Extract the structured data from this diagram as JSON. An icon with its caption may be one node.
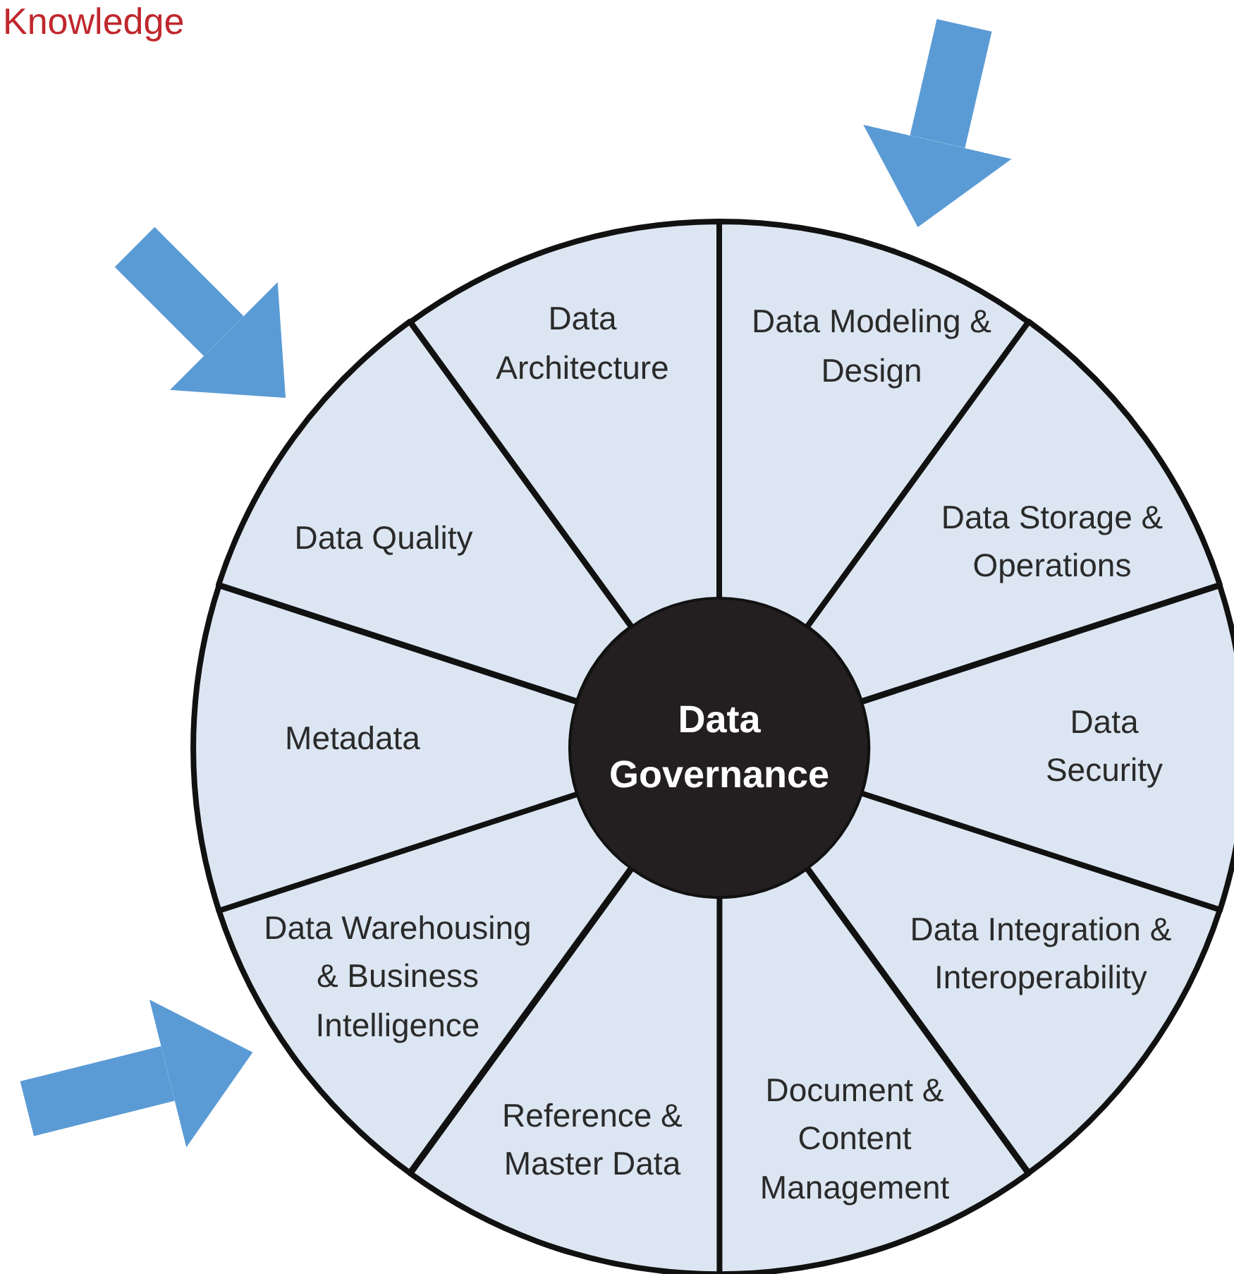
{
  "diagram": {
    "title": "Knowledge",
    "nodes": [
      {
        "text": [
          "Data Governance"
        ]
      },
      {
        "text": [
          "Data Architecture"
        ]
      },
      {
        "text": [
          "Data Modeling & Design"
        ]
      },
      {
        "text": [
          "Data Storage & Operations"
        ]
      },
      {
        "text": [
          "Data Security"
        ]
      },
      {
        "text": [
          "Data Integration & Interoperability"
        ]
      },
      {
        "text": [
          "Document & Content Management"
        ]
      },
      {
        "text": [
          "Reference & Master Data"
        ]
      },
      {
        "text": [
          "Data Warehousing & Business Intelligence"
        ]
      },
      {
        "text": [
          "Metadata"
        ]
      },
      {
        "text": [
          "Data Quality"
        ]
      }
    ],
    "edges": [
      {
        "from": null,
        "to": 2,
        "arrow": "to",
        "color": "#5b9bd5"
      },
      {
        "from": null,
        "to": 10,
        "arrow": "to",
        "color": "#5b9bd5"
      },
      {
        "from": null,
        "to": 8,
        "arrow": "to",
        "color": "#5b9bd5"
      }
    ]
  }
}
